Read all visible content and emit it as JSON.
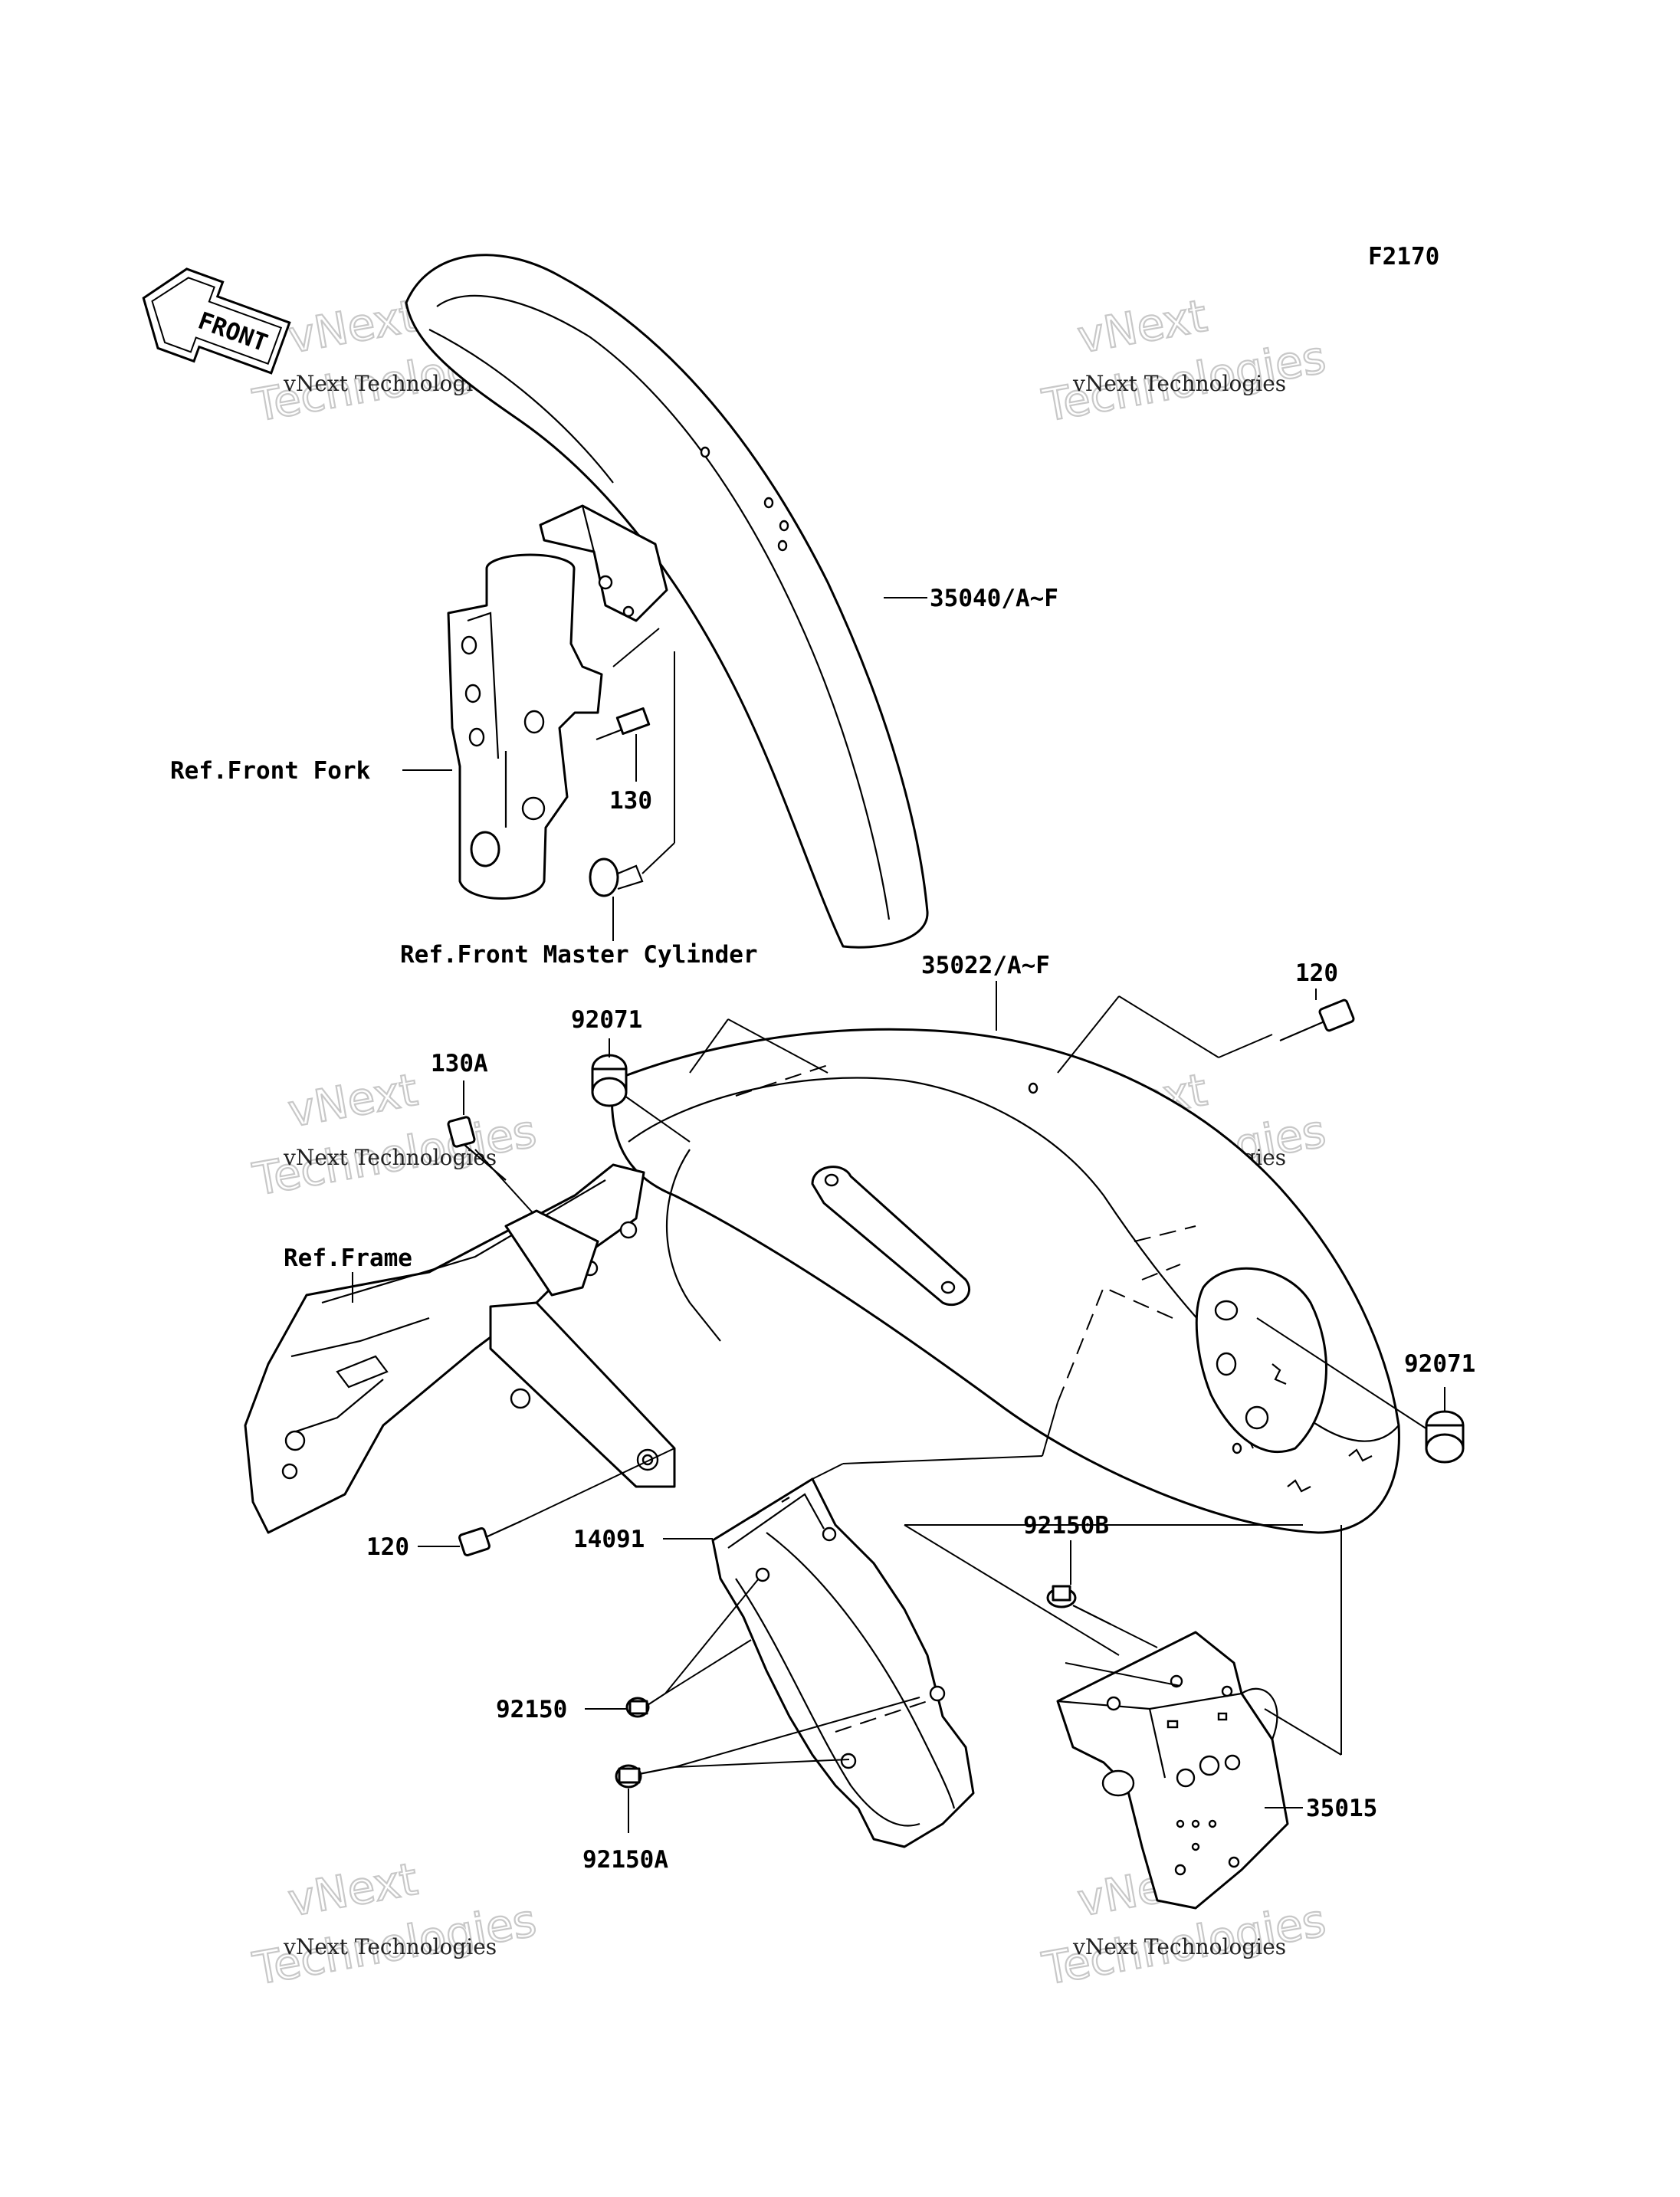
{
  "figure_code": "F2170",
  "front_arrow_label": "FRONT",
  "watermark": {
    "line1": "vNext",
    "line2": "Technologies",
    "caption": "vNext Technologies"
  },
  "labels": {
    "front_fender": "35040/A~F",
    "front_fork_ref": "Ref.Front Fork",
    "bolt_130": "130",
    "master_cylinder_ref": "Ref.Front Master Cylinder",
    "rear_fender": "35022/A~F",
    "bolt_120_top": "120",
    "damper_92071_left": "92071",
    "bolt_130a": "130A",
    "frame_ref": "Ref.Frame",
    "damper_92071_right": "92071",
    "bolt_120_bottom": "120",
    "inner_fender_14091": "14091",
    "bolt_92150b": "92150B",
    "bolt_92150": "92150",
    "bracket_35015": "35015",
    "bolt_92150a": "92150A"
  }
}
